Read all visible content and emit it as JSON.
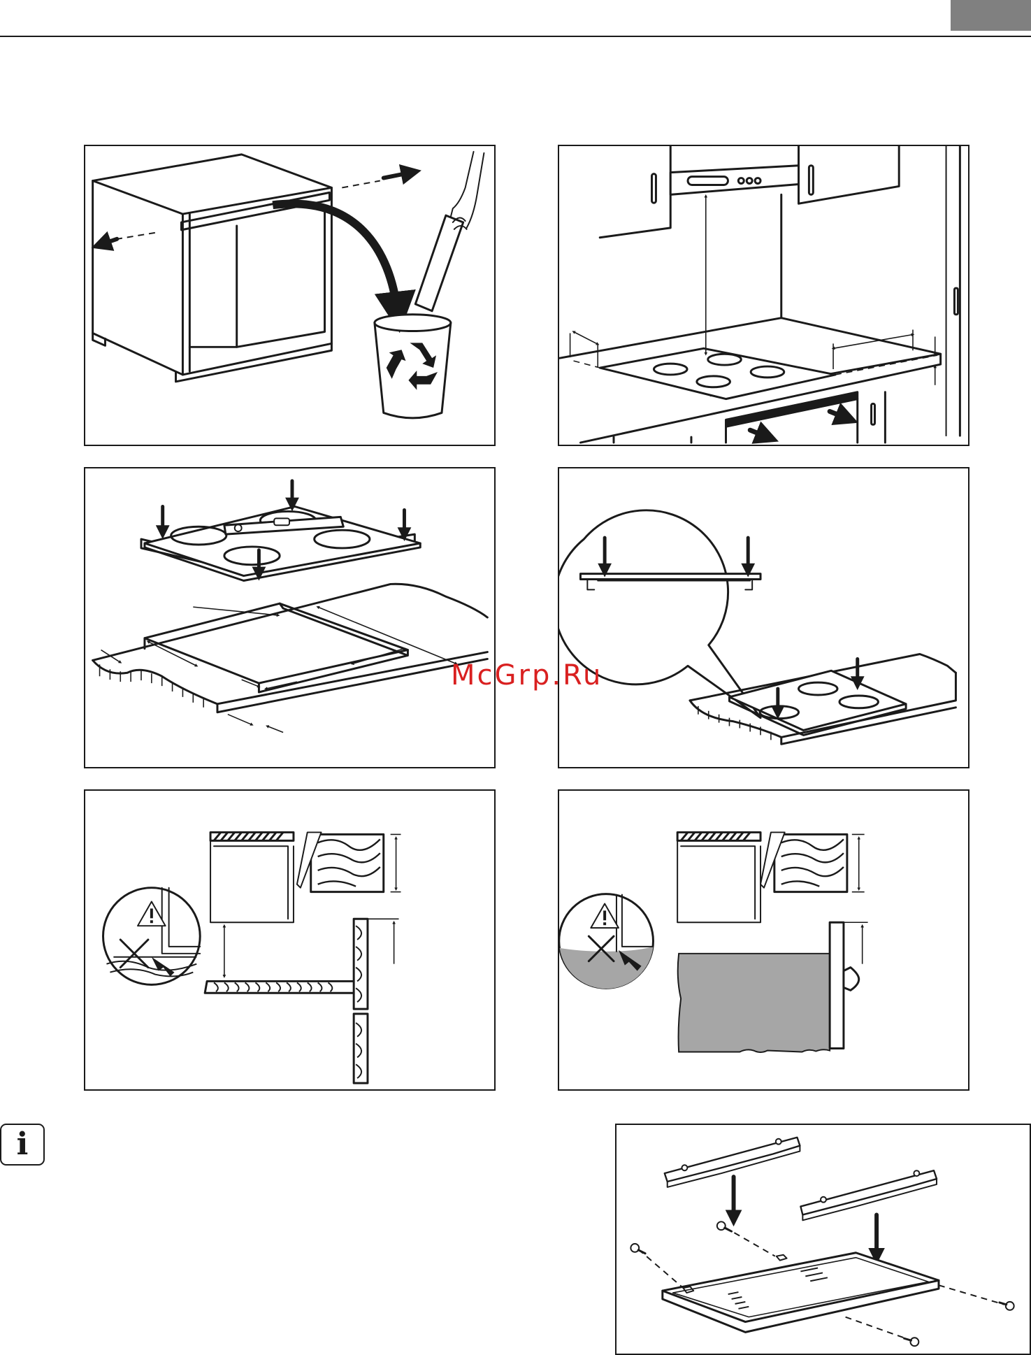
{
  "header": {
    "page_tab_color": "#808080"
  },
  "watermark": {
    "text": "McGrp.Ru",
    "color": "#d92020"
  },
  "info_icon": {
    "glyph": "i",
    "icon": "info-icon"
  },
  "figures": [
    {
      "id": "cabinet-remove-rail",
      "icons": [
        "recycle-icon",
        "hand-icon",
        "arrow-icon"
      ]
    },
    {
      "id": "hood-clearance",
      "icons": [
        "arrow-icon"
      ]
    },
    {
      "id": "cutout-level",
      "icons": [
        "arrow-icon",
        "spirit-level-icon"
      ]
    },
    {
      "id": "seal-detail",
      "icons": [
        "arrow-icon",
        "magnifier-callout"
      ]
    },
    {
      "id": "drawer-clearance",
      "icons": [
        "warning-icon",
        "cross-icon"
      ]
    },
    {
      "id": "oven-clearance",
      "icons": [
        "warning-icon",
        "cross-icon"
      ]
    },
    {
      "id": "bracket-assembly",
      "icons": [
        "screw-icon",
        "arrow-icon"
      ]
    }
  ],
  "colors": {
    "line": "#1a1a1a",
    "grey_fill": "#a6a6a6"
  }
}
